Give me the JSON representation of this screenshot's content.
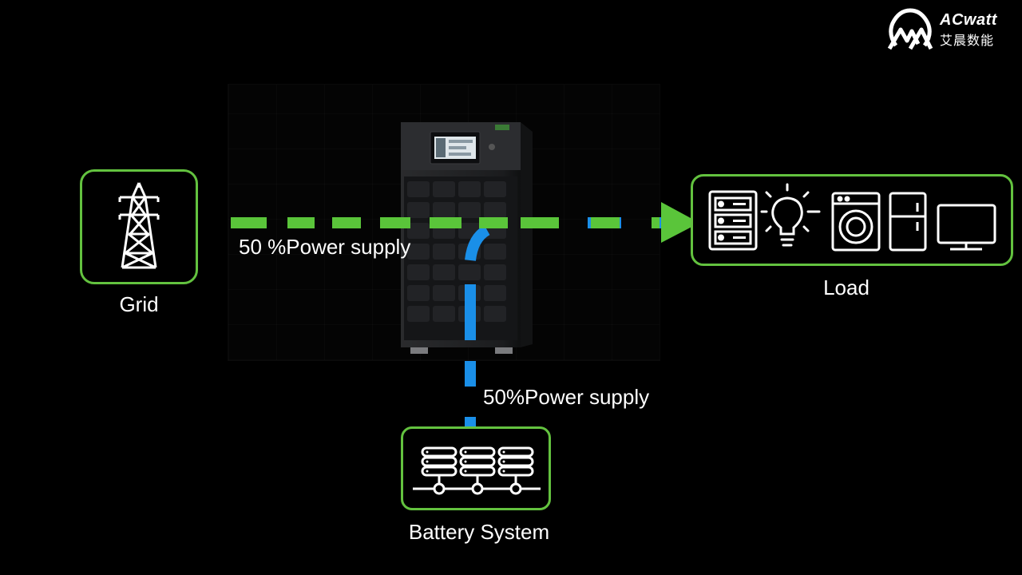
{
  "logo": {
    "brand": "ACwatt",
    "brand_cn": "艾晨数能"
  },
  "nodes": {
    "grid": {
      "label": "Grid",
      "icon": "transmission-tower-icon"
    },
    "load": {
      "label": "Load",
      "icons": [
        "server-rack-icon",
        "light-bulb-icon",
        "washing-machine-icon",
        "refrigerator-icon",
        "monitor-icon"
      ]
    },
    "battery": {
      "label": "Battery System",
      "icon": "battery-rack-icon"
    },
    "ups": {
      "icon": "ups-cabinet"
    }
  },
  "flows": {
    "grid_to_load": {
      "label": "50 %Power supply",
      "color": "#5ac53a"
    },
    "battery_to_load": {
      "label": "50%Power supply",
      "color": "#1a8fe8"
    }
  },
  "colors": {
    "frame": "#63c23f",
    "background": "#000000"
  }
}
